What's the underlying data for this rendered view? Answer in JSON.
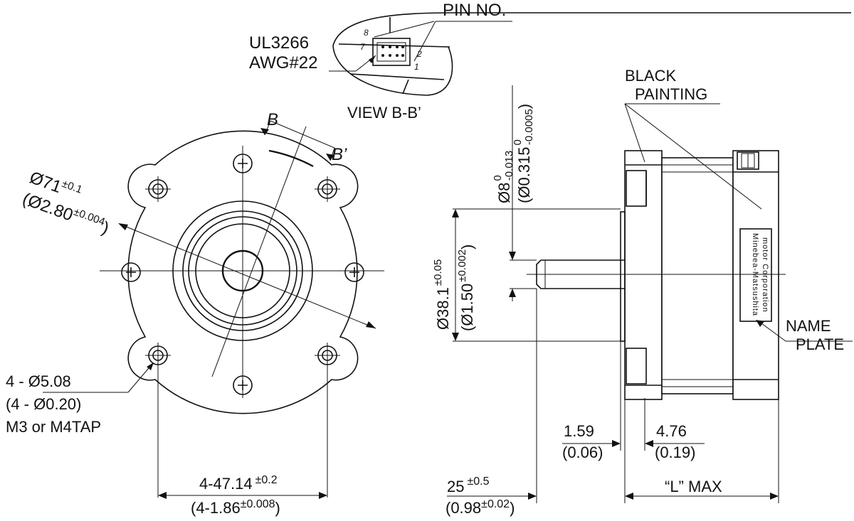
{
  "view_bb": {
    "pin_no": "PIN NO.",
    "cable_line1": "UL3266",
    "cable_line2": "AWG#22",
    "title": "VIEW B-B’",
    "pin_8": "8",
    "pin_7": "7",
    "pin_2": "2",
    "pin_1": "1"
  },
  "section": {
    "b": "B",
    "b_prime": "B’"
  },
  "front": {
    "outer_dia": "Ø71",
    "outer_dia_tol": "±0.1",
    "outer_dia_in": "(Ø2.80",
    "outer_dia_in_tol": "±0.004",
    "outer_dia_in_close": ")",
    "hole_line1": "4 - Ø5.08",
    "hole_line2": "(4 - Ø0.20)",
    "hole_line3": "M3 or M4TAP",
    "pitch": "4-47.14",
    "pitch_tol": "±0.2",
    "pitch_in": "(4-1.86",
    "pitch_in_tol": "±0.008",
    "pitch_in_close": ")"
  },
  "side": {
    "black_line1": "BLACK",
    "black_line2": "PAINTING",
    "name_line1": "NAME",
    "name_line2": "PLATE",
    "nameplate_line1": "Minebea-Matsushita",
    "nameplate_line2": "motor Corporation",
    "shaft_mm": "Ø8",
    "shaft_mm_tol_up": "0",
    "shaft_mm_tol_lo": "-0.013",
    "shaft_in": "(Ø0.315",
    "shaft_in_tol_up": "0",
    "shaft_in_tol_lo": "-0.0005",
    "shaft_in_close": ")",
    "pilot_mm": "Ø38.1",
    "pilot_mm_tol": "±0.05",
    "pilot_in": "(Ø1.50",
    "pilot_in_tol": "±0.002",
    "pilot_in_close": ")",
    "flange_mm": "1.59",
    "flange_in": "(0.06)",
    "step_mm": "4.76",
    "step_in": "(0.19)",
    "shaft_len": "25",
    "shaft_len_tol": "±0.5",
    "shaft_len_in": "(0.98",
    "shaft_len_in_tol": "±0.02",
    "shaft_len_in_close": ")",
    "length": "“L” MAX"
  }
}
